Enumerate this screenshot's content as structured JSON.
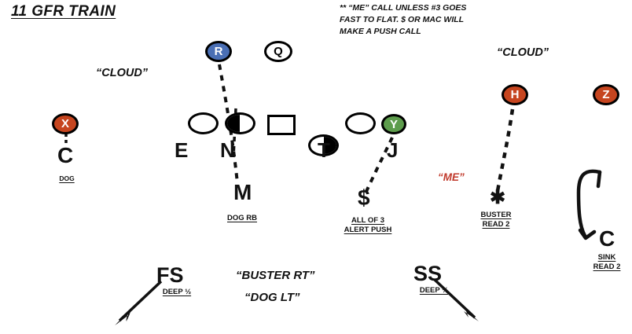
{
  "title": "11 GFR TRAIN",
  "note": {
    "line1": "** “ME” CALL UNLESS #3 GOES",
    "line2": "FAST TO FLAT. $ OR MAC WILL",
    "line3": "MAKE A  PUSH CALL"
  },
  "colors": {
    "receiver_orange": "#C6451F",
    "back_blue": "#4A6FB5",
    "tightend_green": "#5D9C4C",
    "call_red": "#C0392B",
    "ink_black": "#111111",
    "field_white": "#FFFFFF"
  },
  "coverage_calls": {
    "left_cloud": "“CLOUD”",
    "right_cloud": "“CLOUD”",
    "me": "“ME”",
    "buster_rt": "“BUSTER RT”",
    "dog_lt": "“DOG LT”"
  },
  "offense": {
    "receivers": [
      {
        "id": "x",
        "label": "X",
        "color": "orange"
      },
      {
        "id": "r",
        "label": "R",
        "color": "blue"
      },
      {
        "id": "q",
        "label": "Q",
        "color": "white"
      },
      {
        "id": "y",
        "label": "Y",
        "color": "green"
      },
      {
        "id": "h",
        "label": "H",
        "color": "orange"
      },
      {
        "id": "z",
        "label": "Z",
        "color": "orange"
      }
    ],
    "line": [
      {
        "id": "ol-1",
        "shape": "oval",
        "fill": "none"
      },
      {
        "id": "ol-2",
        "shape": "oval",
        "fill": "left"
      },
      {
        "id": "ol-3",
        "shape": "square",
        "fill": "none"
      },
      {
        "id": "ol-4",
        "shape": "oval",
        "fill": "right"
      },
      {
        "id": "ol-5",
        "shape": "oval",
        "fill": "none"
      }
    ]
  },
  "defense": [
    {
      "id": "corner-left",
      "label": "C",
      "tag_line1": "DOG",
      "tag_line2": ""
    },
    {
      "id": "end",
      "label": "E",
      "tag_line1": "",
      "tag_line2": ""
    },
    {
      "id": "nose",
      "label": "N",
      "tag_line1": "",
      "tag_line2": ""
    },
    {
      "id": "tackle",
      "label": "T",
      "tag_line1": "",
      "tag_line2": ""
    },
    {
      "id": "jack",
      "label": "J",
      "tag_line1": "",
      "tag_line2": ""
    },
    {
      "id": "mike",
      "label": "M",
      "tag_line1": "DOG RB",
      "tag_line2": ""
    },
    {
      "id": "money",
      "label": "$",
      "tag_line1": "ALL OF 3",
      "tag_line2": "ALERT PUSH"
    },
    {
      "id": "star",
      "label": "✱",
      "tag_line1": "BUSTER",
      "tag_line2": "READ 2"
    },
    {
      "id": "corner-right",
      "label": "C",
      "tag_line1": "SINK",
      "tag_line2": "READ 2"
    },
    {
      "id": "free-safety",
      "label": "FS",
      "tag_line1": "DEEP ½",
      "tag_line2": ""
    },
    {
      "id": "strong-safety",
      "label": "SS",
      "tag_line1": "DEEP ½",
      "tag_line2": ""
    }
  ]
}
